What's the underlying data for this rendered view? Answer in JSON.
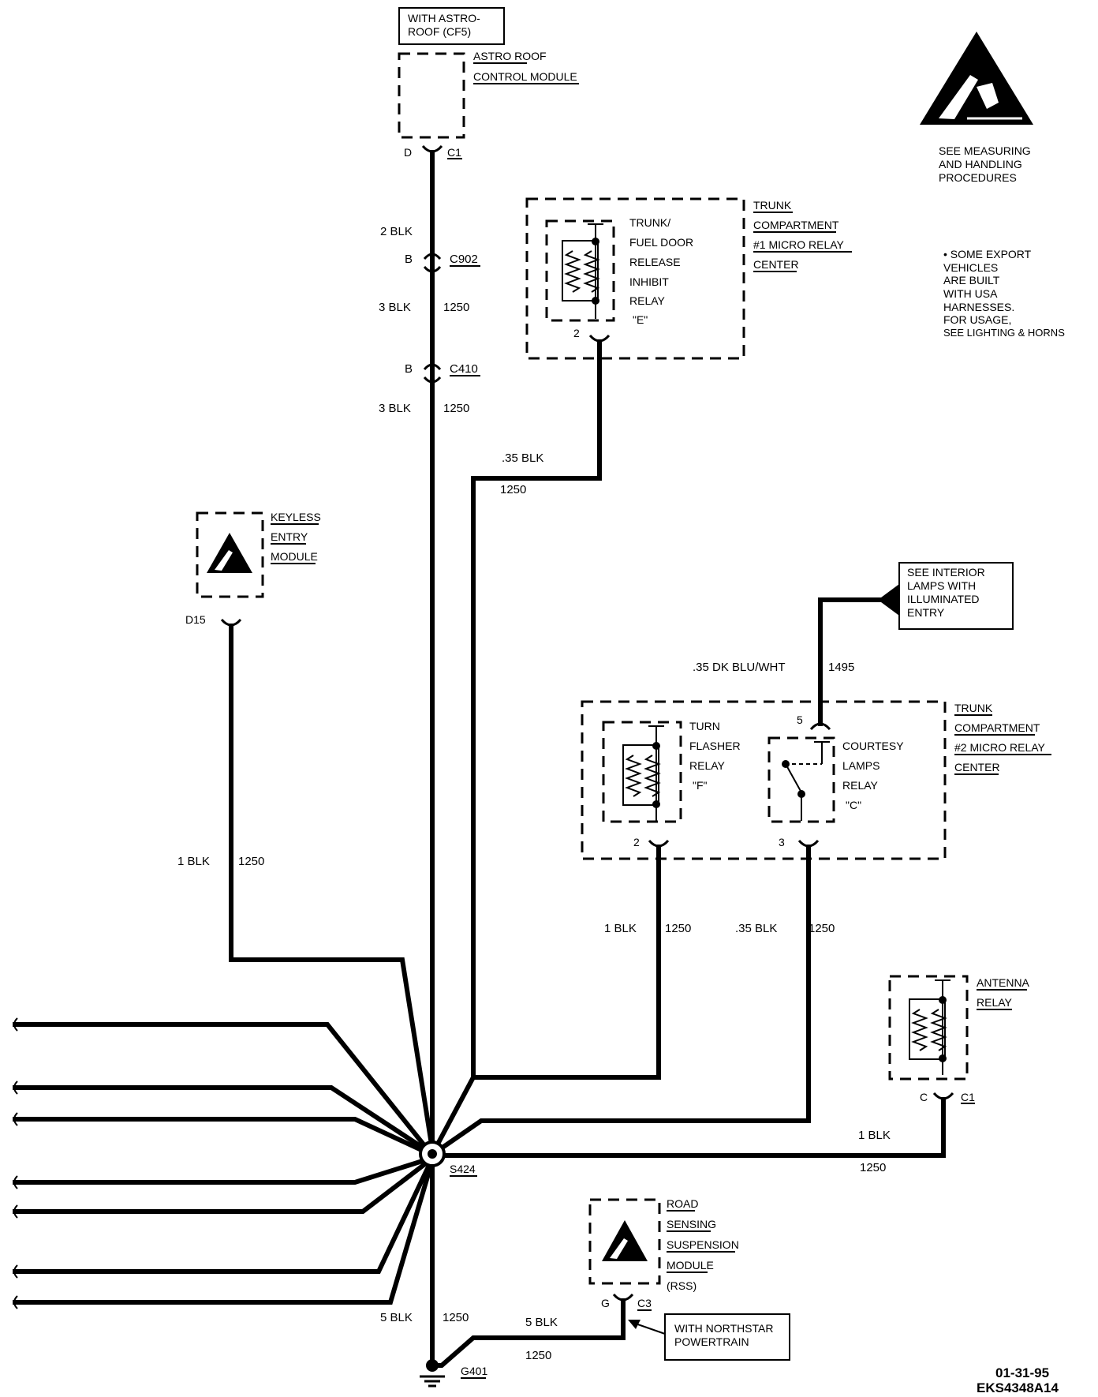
{
  "astro_roof": {
    "option_note_line1": "WITH ASTRO-",
    "option_note_line2": "ROOF (CF5)",
    "module_line1": "ASTRO ROOF",
    "module_line2": "CONTROL MODULE",
    "pin": "D",
    "connector": "C1"
  },
  "esd_note": {
    "line1": "SEE MEASURING",
    "line2": "AND HANDLING",
    "line3": "PROCEDURES"
  },
  "export_note": {
    "line1": "• SOME EXPORT",
    "line2": "VEHICLES",
    "line3": "ARE BUILT",
    "line4": "WITH USA",
    "line5": "HARNESSES.",
    "line6": "FOR USAGE,",
    "line7": "SEE LIGHTING & HORNS"
  },
  "main_trunk": {
    "wire1": "2 BLK",
    "c902_pin": "B",
    "c902": "C902",
    "wire2": "3 BLK",
    "wire2_circuit": "1250",
    "c410_pin": "B",
    "c410": "C410",
    "wire3": "3 BLK",
    "wire3_circuit": "1250"
  },
  "relay_center_1": {
    "line1": "TRUNK",
    "line2": "COMPARTMENT",
    "line3": "#1 MICRO RELAY",
    "line4": "CENTER",
    "relay_line1": "TRUNK/",
    "relay_line2": "FUEL DOOR",
    "relay_line3": "RELEASE",
    "relay_line4": "INHIBIT",
    "relay_line5": "RELAY",
    "relay_line6": "\"E\"",
    "pin": "2",
    "wire": ".35 BLK",
    "circuit": "1250"
  },
  "keyless": {
    "line1": "KEYLESS",
    "line2": "ENTRY",
    "line3": "MODULE",
    "pin": "D15",
    "wire": "1 BLK",
    "circuit": "1250"
  },
  "interior_lamps_note": {
    "line1": "SEE INTERIOR",
    "line2": "LAMPS WITH",
    "line3": "ILLUMINATED",
    "line4": "ENTRY",
    "wire": ".35 DK BLU/WHT",
    "circuit": "1495"
  },
  "relay_center_2": {
    "line1": "TRUNK",
    "line2": "COMPARTMENT",
    "line3": "#2 MICRO RELAY",
    "line4": "CENTER",
    "turn_line1": "TURN",
    "turn_line2": "FLASHER",
    "turn_line3": "RELAY",
    "turn_line4": "\"F\"",
    "turn_pin": "2",
    "turn_wire": "1 BLK",
    "turn_circuit": "1250",
    "court_line1": "COURTESY",
    "court_line2": "LAMPS",
    "court_line3": "RELAY",
    "court_line4": "\"C\"",
    "court_pin_top": "5",
    "court_pin_bottom": "3",
    "court_wire": ".35 BLK",
    "court_circuit": "1250"
  },
  "antenna": {
    "line1": "ANTENNA",
    "line2": "RELAY",
    "pin": "C",
    "connector": "C1",
    "wire": "1 BLK",
    "circuit": "1250"
  },
  "splice": {
    "name": "S424"
  },
  "rss": {
    "line1": "ROAD",
    "line2": "SENSING",
    "line3": "SUSPENSION",
    "line4": "MODULE",
    "line5": "(RSS)",
    "pin": "G",
    "connector": "C3",
    "wire": "5 BLK",
    "circuit": "1250",
    "note_line1": "WITH NORTHSTAR",
    "note_line2": "POWERTRAIN"
  },
  "ground": {
    "wire": "5 BLK",
    "circuit": "1250",
    "name": "G401"
  },
  "footer": {
    "date": "01-31-95",
    "code": "EKS4348A14"
  }
}
